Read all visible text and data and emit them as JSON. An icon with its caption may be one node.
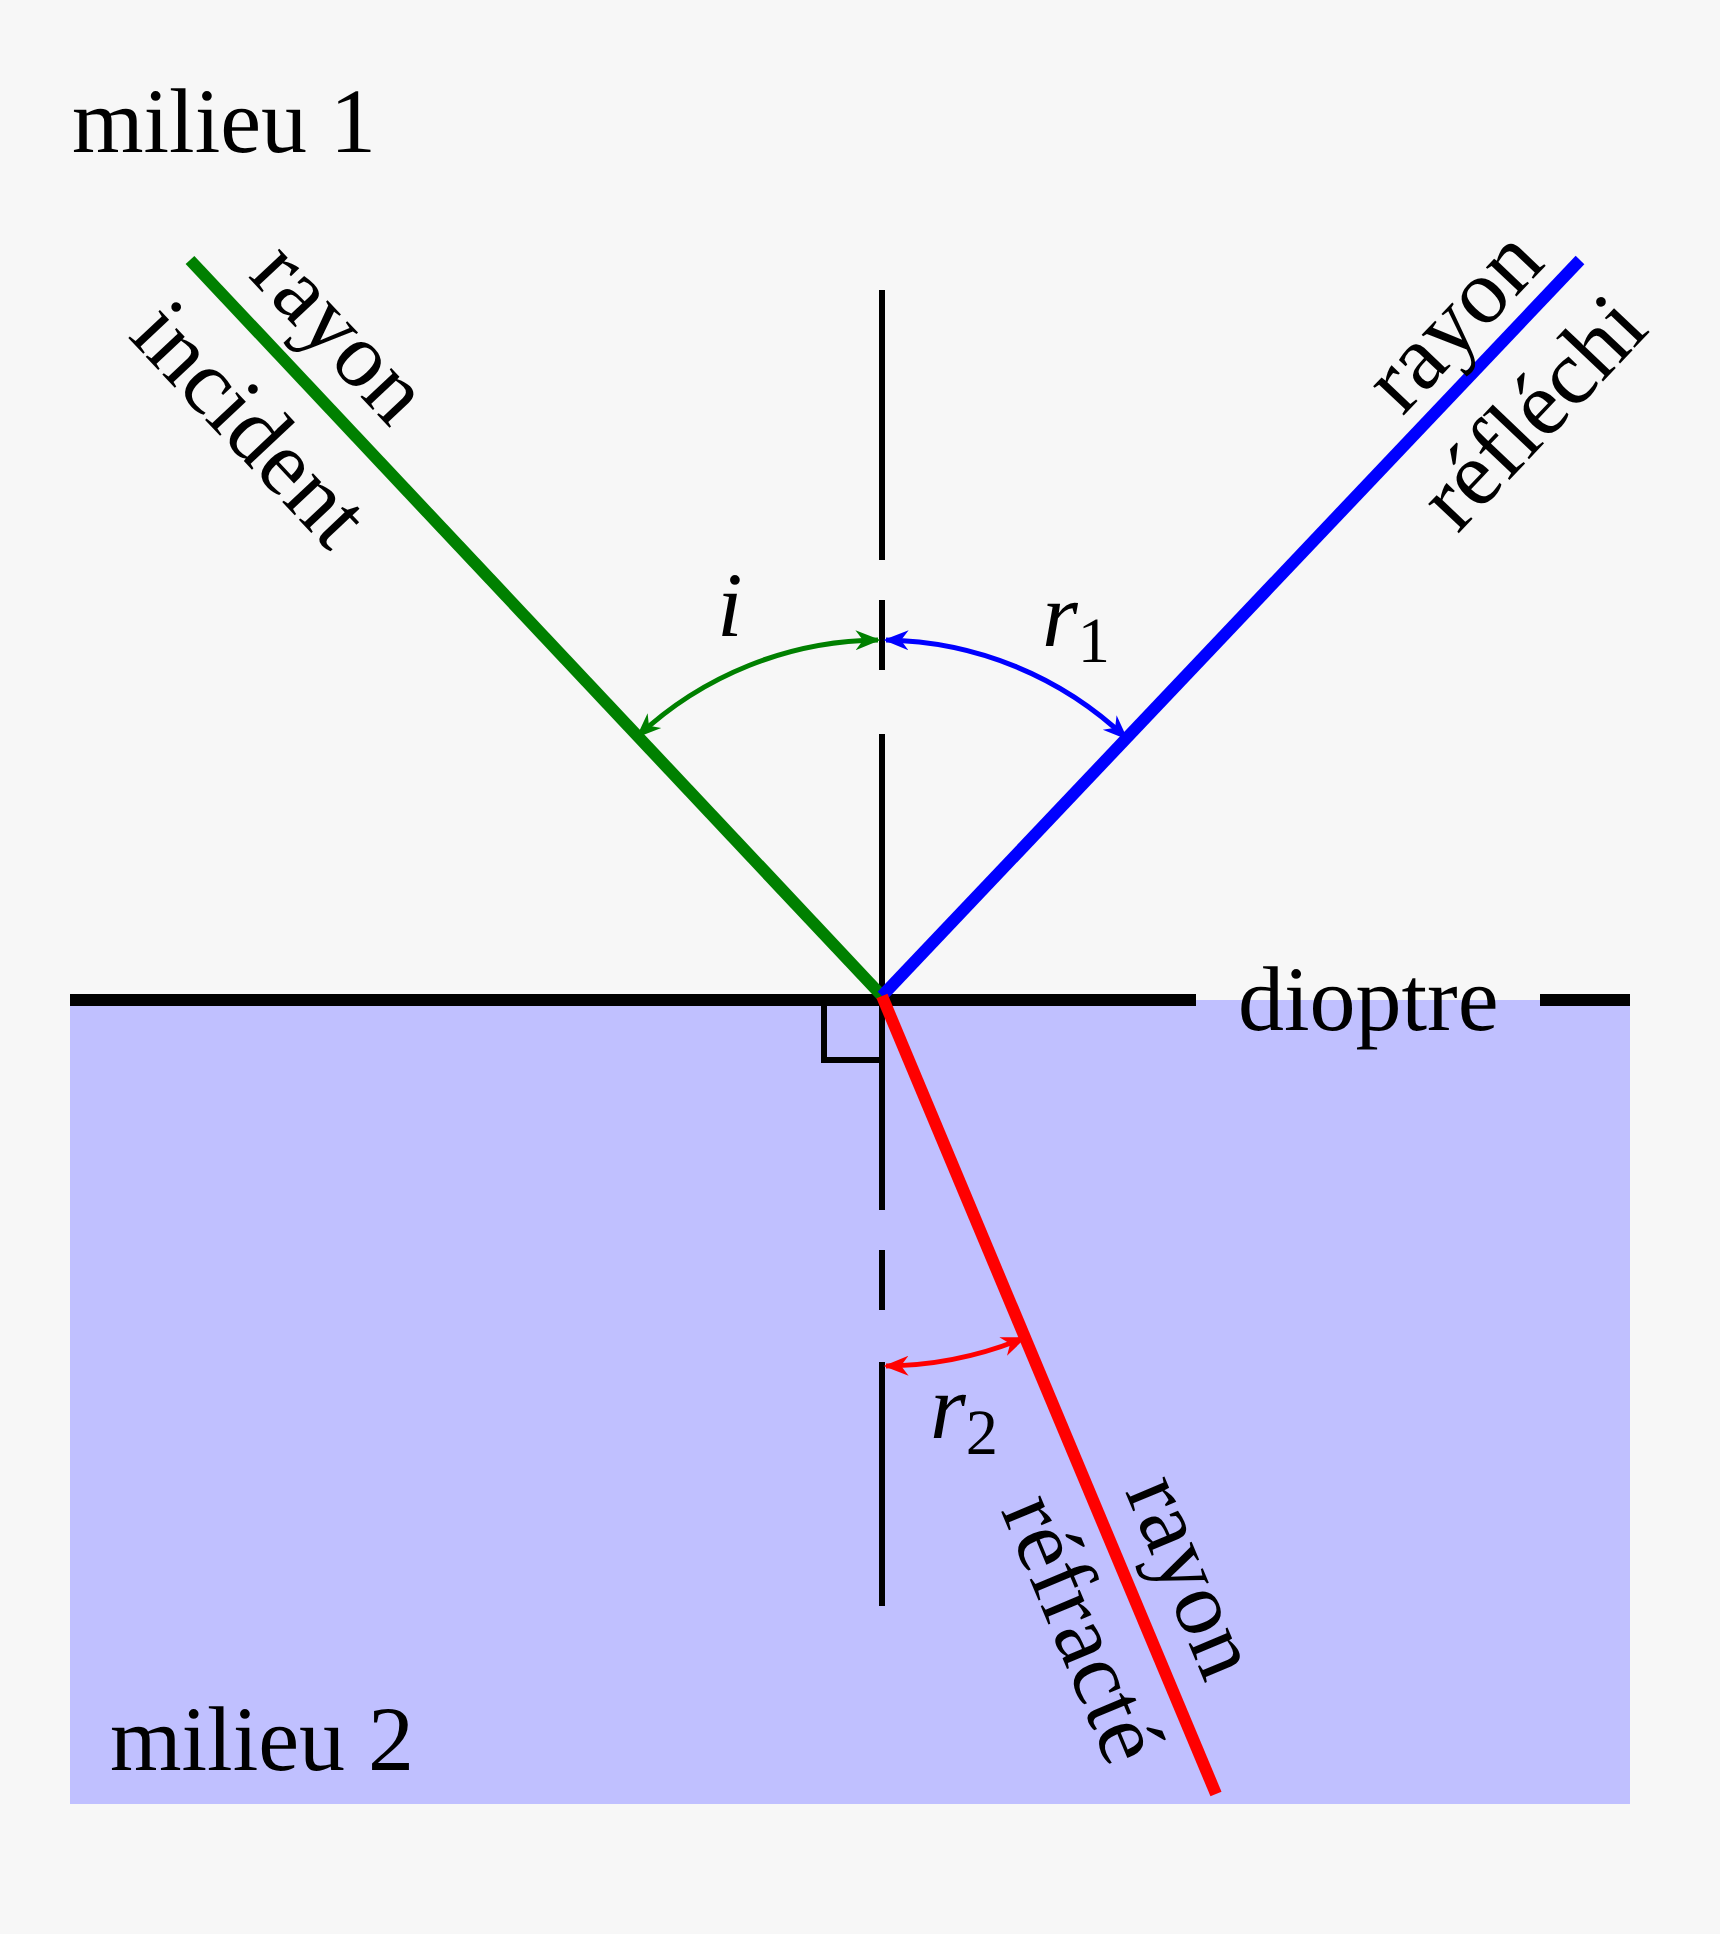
{
  "diagram": {
    "labels": [
      "milieu 1",
      "rayon",
      "incident",
      "rayon",
      "réfléchi",
      "i",
      "r$_{1}$",
      "dioptre",
      "r$_{2}$",
      "rayon",
      "réfracté",
      "milieu 2"
    ]
  }
}
